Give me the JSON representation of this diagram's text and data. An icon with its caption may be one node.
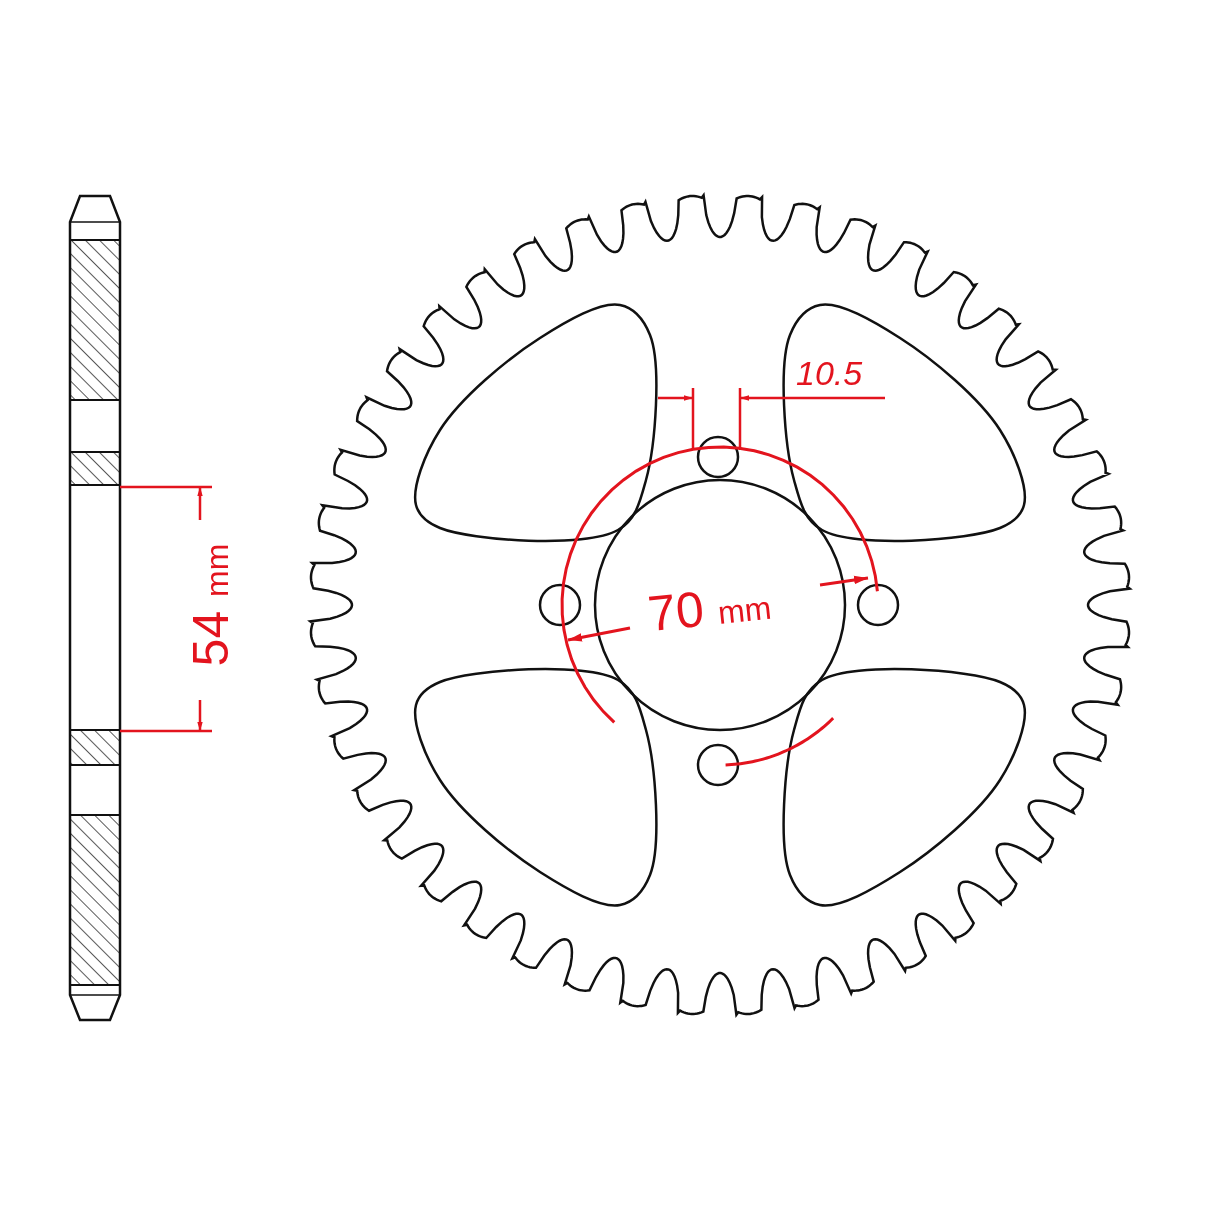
{
  "diagram": {
    "labels": [
      "10.5",
      "70 mm",
      "54 mm"
    ]
  }
}
